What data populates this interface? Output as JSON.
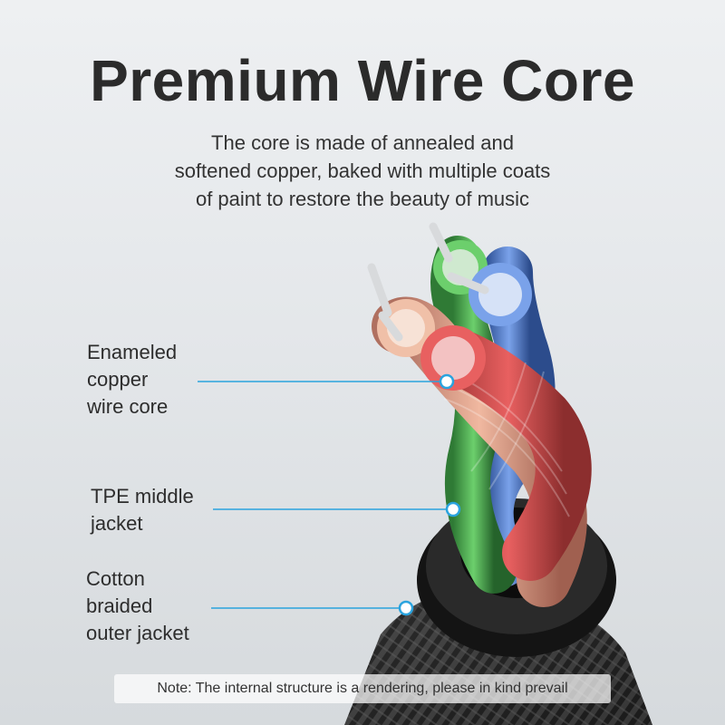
{
  "header": {
    "title": "Premium Wire Core",
    "subtitle_lines": [
      "The core is made of annealed and",
      "softened copper, baked with multiple coats",
      "of paint to restore the beauty of music"
    ]
  },
  "callouts": [
    {
      "lines": [
        "Enameled",
        "copper",
        "wire core"
      ]
    },
    {
      "lines": [
        "TPE middle",
        "jacket"
      ]
    },
    {
      "lines": [
        "Cotton",
        "braided",
        "outer jacket"
      ]
    }
  ],
  "note": "Note: The internal structure is a rendering, please in kind prevail",
  "colors": {
    "callout_line": "#2aa3de",
    "title_text": "#2b2b2b",
    "wire_red": "#d9534f",
    "wire_green": "#4caf50",
    "wire_blue": "#4a7bd0",
    "wire_copper": "#e0a080"
  }
}
